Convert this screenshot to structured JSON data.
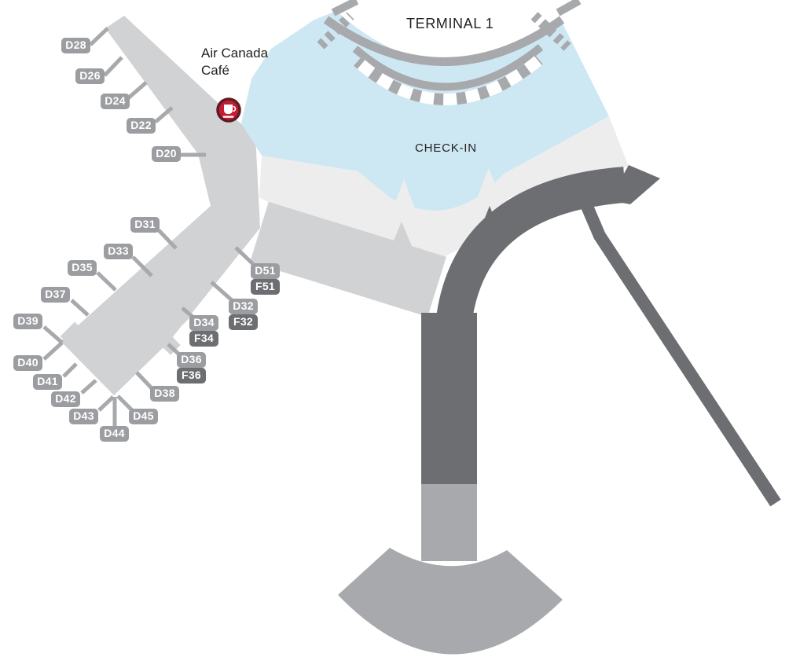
{
  "title": "TERMINAL 1",
  "areas": {
    "check_in": "CHECK-IN"
  },
  "poi": {
    "cafe_line1": "Air Canada",
    "cafe_line2": "Café",
    "cafe_icon": "coffee-cup-icon"
  },
  "gates": {
    "d28": "D28",
    "d26": "D26",
    "d24": "D24",
    "d22": "D22",
    "d20": "D20",
    "d31": "D31",
    "d33": "D33",
    "d35": "D35",
    "d37": "D37",
    "d39": "D39",
    "d40": "D40",
    "d41": "D41",
    "d42": "D42",
    "d43": "D43",
    "d44": "D44",
    "d45": "D45",
    "d38": "D38",
    "d36": "D36",
    "f36": "F36",
    "d34": "D34",
    "f34": "F34",
    "d32": "D32",
    "f32": "F32",
    "d51": "D51",
    "f51": "F51"
  },
  "colors": {
    "check_in_blue": "#cde8f2",
    "concourse_pale": "#ededee",
    "pier_light": "#d1d2d4",
    "mid_gray": "#a7a9ac",
    "dark_gray": "#6d6e71",
    "leader": "#a7a9ac",
    "gate_bg": "#9b9da0",
    "gate_f_bg": "#6d6e71",
    "cafe_red": "#c41c30",
    "cafe_ring": "#5f1b22",
    "map_text": "#231f20"
  }
}
